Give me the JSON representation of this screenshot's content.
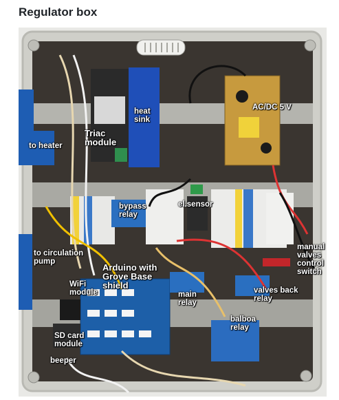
{
  "page": {
    "title": "Regulator box"
  },
  "labels": {
    "ac_dc": "AC/DC 5 V",
    "heat_sink": "heat\nsink",
    "triac": "Triac\nmodule",
    "to_heater": "to heater",
    "bypass_relay": "bypass\nrelay",
    "el_sensor": "el.sensor",
    "circulation_pump": "to circulation\npump",
    "arduino": "Arduino with\nGrove Base\nshield",
    "wifi": "WiFi\nmodule",
    "main_relay": "main\nrelay",
    "valves_back_relay": "valves back\nrelay",
    "manual_valves": "manual\nvalves\ncontrol\nswitch",
    "balboa_relay": "balboa\nrelay",
    "sd_card": "SD card\nmodule",
    "beeper": "beeper"
  },
  "colors": {
    "enclosure": "#cfcfc9",
    "heat_sink": "#1f4fb8",
    "power_board": "#c79a3e",
    "arduino_board": "#1d5fa8",
    "relay_blue": "#2a6fc0",
    "terminal_gray": "#e8e8e6"
  }
}
